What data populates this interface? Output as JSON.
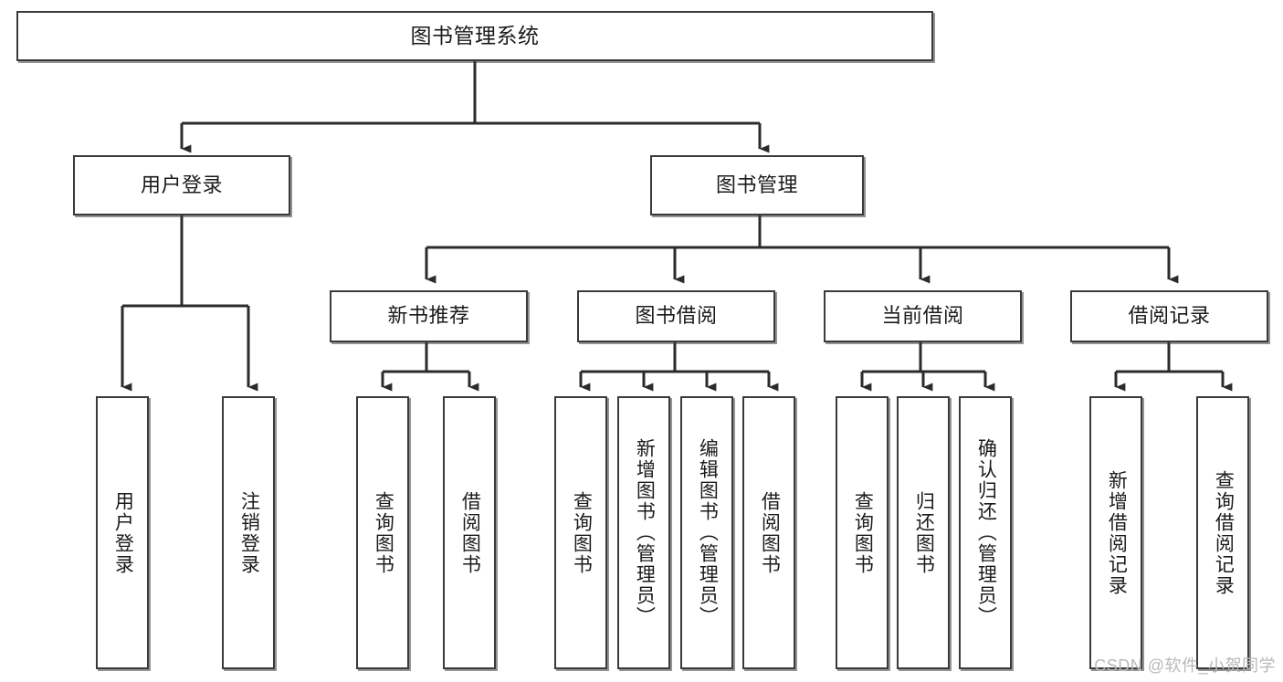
{
  "diagram": {
    "type": "tree-hierarchy",
    "title": "图书管理系统",
    "orientation": "top-down",
    "colors": {
      "box_border": "#3a3a3a",
      "box_fill": "#ffffff",
      "connector": "#2b2b2b",
      "watermark": "#b9b9b9",
      "background": "#ffffff"
    }
  },
  "nodes": {
    "root": {
      "label": "图书管理系统",
      "level": 0
    },
    "level1": [
      {
        "id": "user-login",
        "label": "用户登录",
        "level": 1
      },
      {
        "id": "book-management",
        "label": "图书管理",
        "level": 1
      }
    ],
    "level2": [
      {
        "id": "new-book-recommend",
        "label": "新书推荐",
        "level": 2,
        "parent": "book-management"
      },
      {
        "id": "book-borrow",
        "label": "图书借阅",
        "level": 2,
        "parent": "book-management"
      },
      {
        "id": "current-borrow",
        "label": "当前借阅",
        "level": 2,
        "parent": "book-management"
      },
      {
        "id": "borrow-record",
        "label": "借阅记录",
        "level": 2,
        "parent": "book-management"
      }
    ],
    "leaves": [
      {
        "id": "leaf-user-login",
        "label": "用户登录",
        "parent": "user-login"
      },
      {
        "id": "leaf-user-logout",
        "label": "注销登录",
        "parent": "user-login"
      },
      {
        "id": "leaf-query-book-1",
        "label": "查询图书",
        "parent": "new-book-recommend"
      },
      {
        "id": "leaf-borrow-book-1",
        "label": "借阅图书",
        "parent": "new-book-recommend"
      },
      {
        "id": "leaf-query-book-2",
        "label": "查询图书",
        "parent": "book-borrow"
      },
      {
        "id": "leaf-add-book",
        "label": "新增图书（管理员）",
        "parent": "book-borrow"
      },
      {
        "id": "leaf-edit-book",
        "label": "编辑图书（管理员）",
        "parent": "book-borrow"
      },
      {
        "id": "leaf-borrow-book-2",
        "label": "借阅图书",
        "parent": "book-borrow"
      },
      {
        "id": "leaf-query-book-3",
        "label": "查询图书",
        "parent": "current-borrow"
      },
      {
        "id": "leaf-return-book",
        "label": "归还图书",
        "parent": "current-borrow"
      },
      {
        "id": "leaf-confirm-return",
        "label": "确认归还（管理员）",
        "parent": "current-borrow"
      },
      {
        "id": "leaf-add-record",
        "label": "新增借阅记录",
        "parent": "borrow-record"
      },
      {
        "id": "leaf-query-record",
        "label": "查询借阅记录",
        "parent": "borrow-record"
      }
    ]
  },
  "watermark": {
    "text": "CSDN @软件_小贺同学"
  }
}
